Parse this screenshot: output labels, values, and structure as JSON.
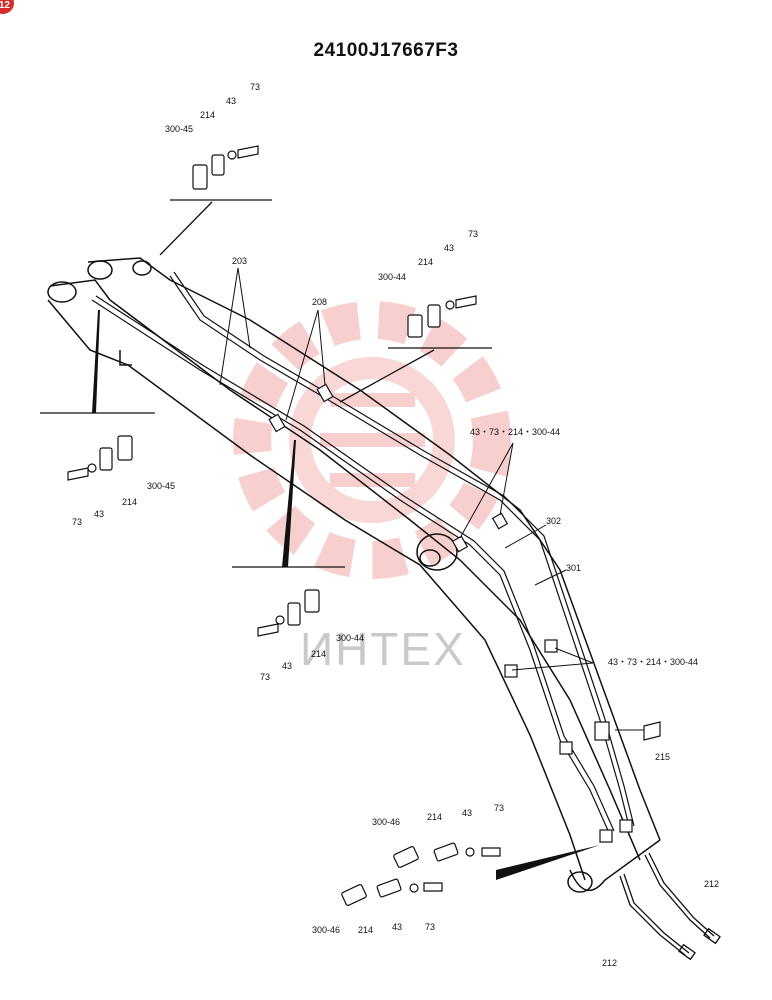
{
  "page_badge": "12",
  "title": "24100J17667F3",
  "watermark": {
    "text": "ИНТЕХ",
    "color": "#f6b0b0"
  },
  "callouts": {
    "c203": "203",
    "c208": "208",
    "c302": "302",
    "c301": "301",
    "c215": "215",
    "c212a": "212",
    "c212b": "212",
    "combo1": "43・73・214・300-44",
    "combo2": "43・73・214・300-44"
  },
  "detail_top": {
    "d1": "300-45",
    "d2": "214",
    "d3": "43",
    "d4": "73"
  },
  "detail_right": {
    "d1": "300-44",
    "d2": "214",
    "d3": "43",
    "d4": "73"
  },
  "detail_left": {
    "d1": "73",
    "d2": "43",
    "d3": "214",
    "d4": "300-45"
  },
  "detail_mid": {
    "d1": "73",
    "d2": "43",
    "d3": "214",
    "d4": "300-44"
  },
  "detail_bottom": {
    "r1a": "300-46",
    "r1b": "214",
    "r1c": "43",
    "r1d": "73",
    "r2a": "300-46",
    "r2b": "214",
    "r2c": "43",
    "r2d": "73"
  }
}
